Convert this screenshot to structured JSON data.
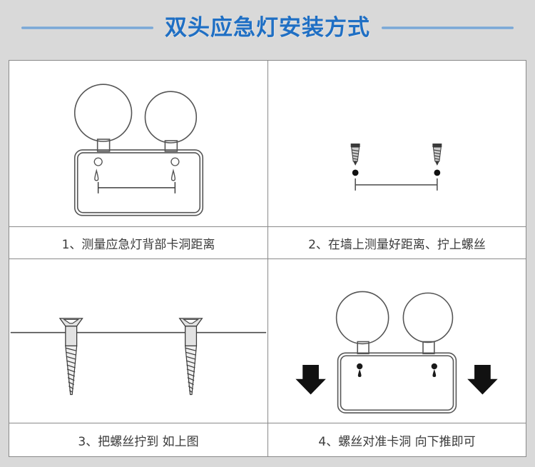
{
  "header": {
    "title": "双头应急灯安装方式",
    "accent_color": "#1f6fc4",
    "rule_color": "#6f9fd0",
    "left_rule": "decorative-line",
    "right_rule": "decorative-line"
  },
  "page": {
    "background_color": "#d9d9d9",
    "panel_background": "#ffffff",
    "border_color": "#8a8a8a"
  },
  "panels": [
    {
      "index": "1",
      "caption": "1、测量应急灯背部卡洞距离",
      "figure_name": "emergency-light-with-measure-line",
      "elements": [
        "lamp-head-left",
        "lamp-head-right",
        "lamp-body",
        "keyhole-left",
        "keyhole-right",
        "dimension-line"
      ]
    },
    {
      "index": "2",
      "caption": "2、在墙上测量好距离、拧上螺丝",
      "figure_name": "two-screws-on-wall-with-measure-line",
      "elements": [
        "small-screw-left",
        "small-screw-right",
        "marker-dot-left",
        "marker-dot-right",
        "dimension-line"
      ]
    },
    {
      "index": "3",
      "caption": "3、把螺丝拧到 如上图",
      "figure_name": "screws-driven-into-wall",
      "elements": [
        "wall-line",
        "large-screw-left",
        "large-screw-right"
      ]
    },
    {
      "index": "4",
      "caption": "4、螺丝对准卡洞 向下推即可",
      "figure_name": "emergency-light-push-down",
      "elements": [
        "lamp-head-left",
        "lamp-head-right",
        "lamp-body",
        "keyhole-left",
        "keyhole-right",
        "arrow-down-left",
        "arrow-down-right"
      ]
    }
  ],
  "colors": {
    "line_art_stroke": "#555555",
    "arrow_fill": "#111111",
    "screw_fill": "#d8d8d8",
    "caption_text": "#3a3a3a"
  }
}
